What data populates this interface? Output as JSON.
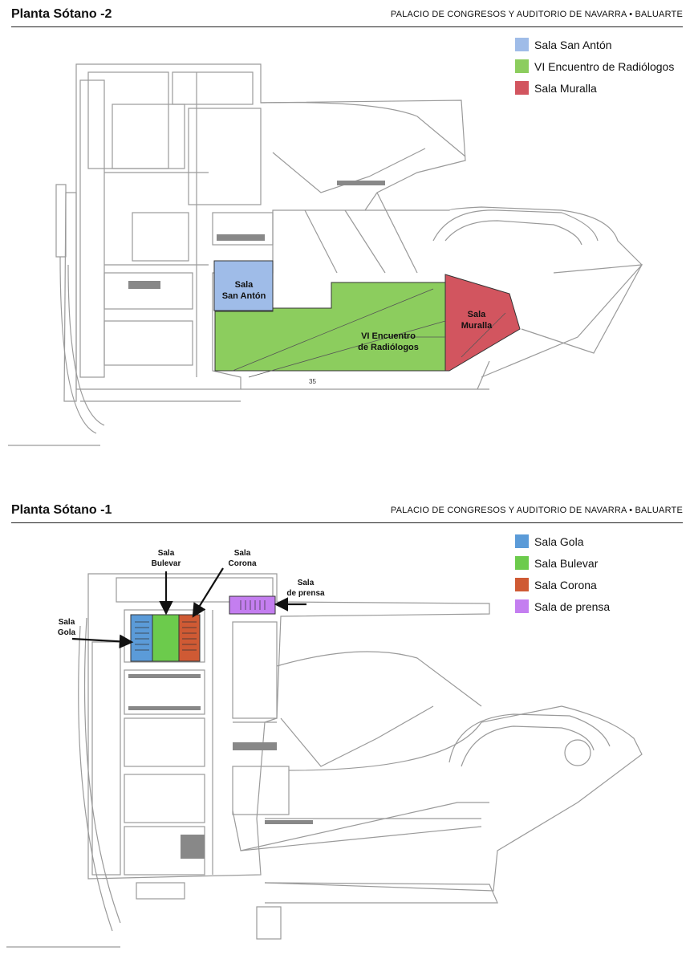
{
  "colors": {
    "sala_san_anton": "#9fbce8",
    "vi_encuentro": "#8ccd5e",
    "sala_muralla": "#d2555f",
    "sala_gola": "#5b9bd8",
    "sala_bulevar": "#6ccb4c",
    "sala_corona": "#cf5a34",
    "sala_prensa": "#c47ef0"
  },
  "floor_minus2": {
    "title": "Planta Sótano -2",
    "venue": "PALACIO DE CONGRESOS Y AUDITORIO DE NAVARRA • BALUARTE",
    "legend": [
      "Sala San Antón",
      "VI Encuentro de Radiólogos",
      "Sala Muralla"
    ],
    "labels": {
      "san_anton_1": "Sala",
      "san_anton_2": "San Antón",
      "encuentro_1": "VI Encuentro",
      "encuentro_2": "de Radiólogos",
      "muralla_1": "Sala",
      "muralla_2": "Muralla",
      "room_number": "35"
    }
  },
  "floor_minus1": {
    "title": "Planta Sótano -1",
    "venue": "PALACIO DE CONGRESOS Y AUDITORIO DE NAVARRA • BALUARTE",
    "legend": [
      "Sala Gola",
      "Sala Bulevar",
      "Sala Corona",
      "Sala de prensa"
    ],
    "labels": {
      "bulevar_1": "Sala",
      "bulevar_2": "Bulevar",
      "corona_1": "Sala",
      "corona_2": "Corona",
      "prensa_1": "Sala",
      "prensa_2": "de prensa",
      "gola_1": "Sala",
      "gola_2": "Gola"
    }
  }
}
